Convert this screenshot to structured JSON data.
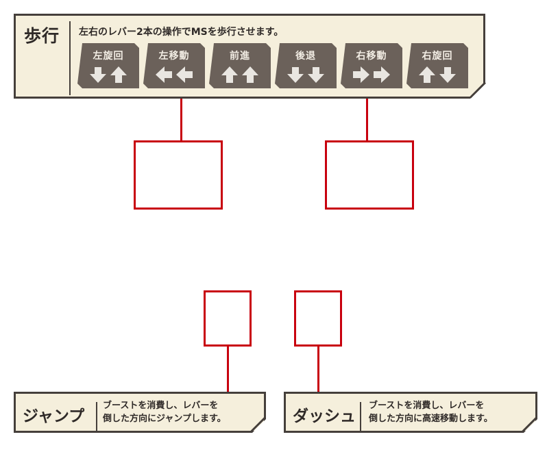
{
  "walk": {
    "title": "歩行",
    "description": "左右のレバー2本の操作でMSを歩行させます。",
    "buttons": [
      {
        "label": "左旋回",
        "arrows": [
          "down",
          "up"
        ]
      },
      {
        "label": "左移動",
        "arrows": [
          "left",
          "left"
        ]
      },
      {
        "label": "前進",
        "arrows": [
          "up",
          "up"
        ]
      },
      {
        "label": "後退",
        "arrows": [
          "down",
          "down"
        ]
      },
      {
        "label": "右移動",
        "arrows": [
          "right",
          "right"
        ]
      },
      {
        "label": "右旋回",
        "arrows": [
          "up",
          "down"
        ]
      }
    ]
  },
  "jump": {
    "title": "ジャンプ",
    "line1": "ブーストを消費し、レバーを",
    "line2": "倒した方向にジャンプします。"
  },
  "dash": {
    "title": "ダッシュ",
    "line1": "ブーストを消費し、レバーを",
    "line2": "倒した方向に高速移動します。"
  },
  "colors": {
    "panel_bg": "#f5efdc",
    "panel_border": "#453f3b",
    "button_bg": "#6b615a",
    "arrow": "#e9e6e1",
    "callout_red": "#c8000e"
  }
}
